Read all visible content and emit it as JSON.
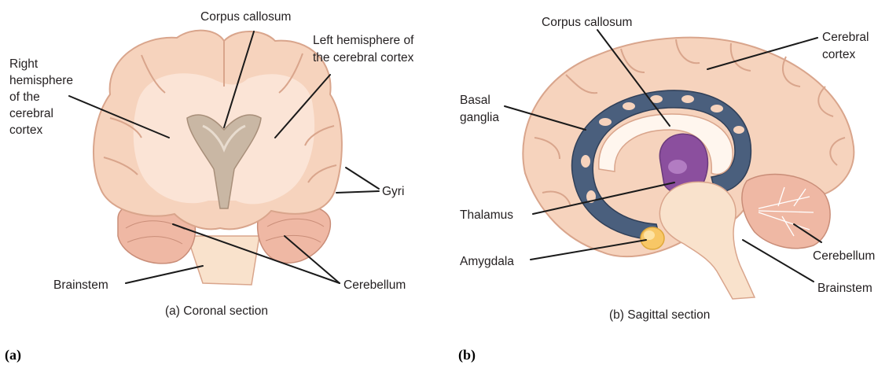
{
  "panel_a": {
    "caption": "(a) Coronal section",
    "panel_label": "(a)",
    "labels": {
      "corpus_callosum": "Corpus callosum",
      "left_hemisphere": [
        "Left hemisphere of",
        "the cerebral cortex"
      ],
      "right_hemisphere": [
        "Right",
        "hemisphere",
        "of the",
        "cerebral",
        "cortex"
      ],
      "gyri": "Gyri",
      "brainstem": "Brainstem",
      "cerebellum": "Cerebellum"
    }
  },
  "panel_b": {
    "caption": "(b) Sagittal section",
    "panel_label": "(b)",
    "labels": {
      "corpus_callosum": "Corpus callosum",
      "cerebral_cortex": [
        "Cerebral",
        "cortex"
      ],
      "basal_ganglia": [
        "Basal",
        "ganglia"
      ],
      "thalamus": "Thalamus",
      "amygdala": "Amygdala",
      "cerebellum": "Cerebellum",
      "brainstem": "Brainstem"
    }
  },
  "colors": {
    "brain_tissue": "#f6d3bd",
    "brain_outline": "#d9a58c",
    "gyri_light": "#fbe4d6",
    "ventricle": "#c9b7a4",
    "basal_ganglia": "#4a5f7d",
    "thalamus": "#8b4f9e",
    "amygdala": "#f8c766",
    "brainstem": "#f9e2cc"
  }
}
